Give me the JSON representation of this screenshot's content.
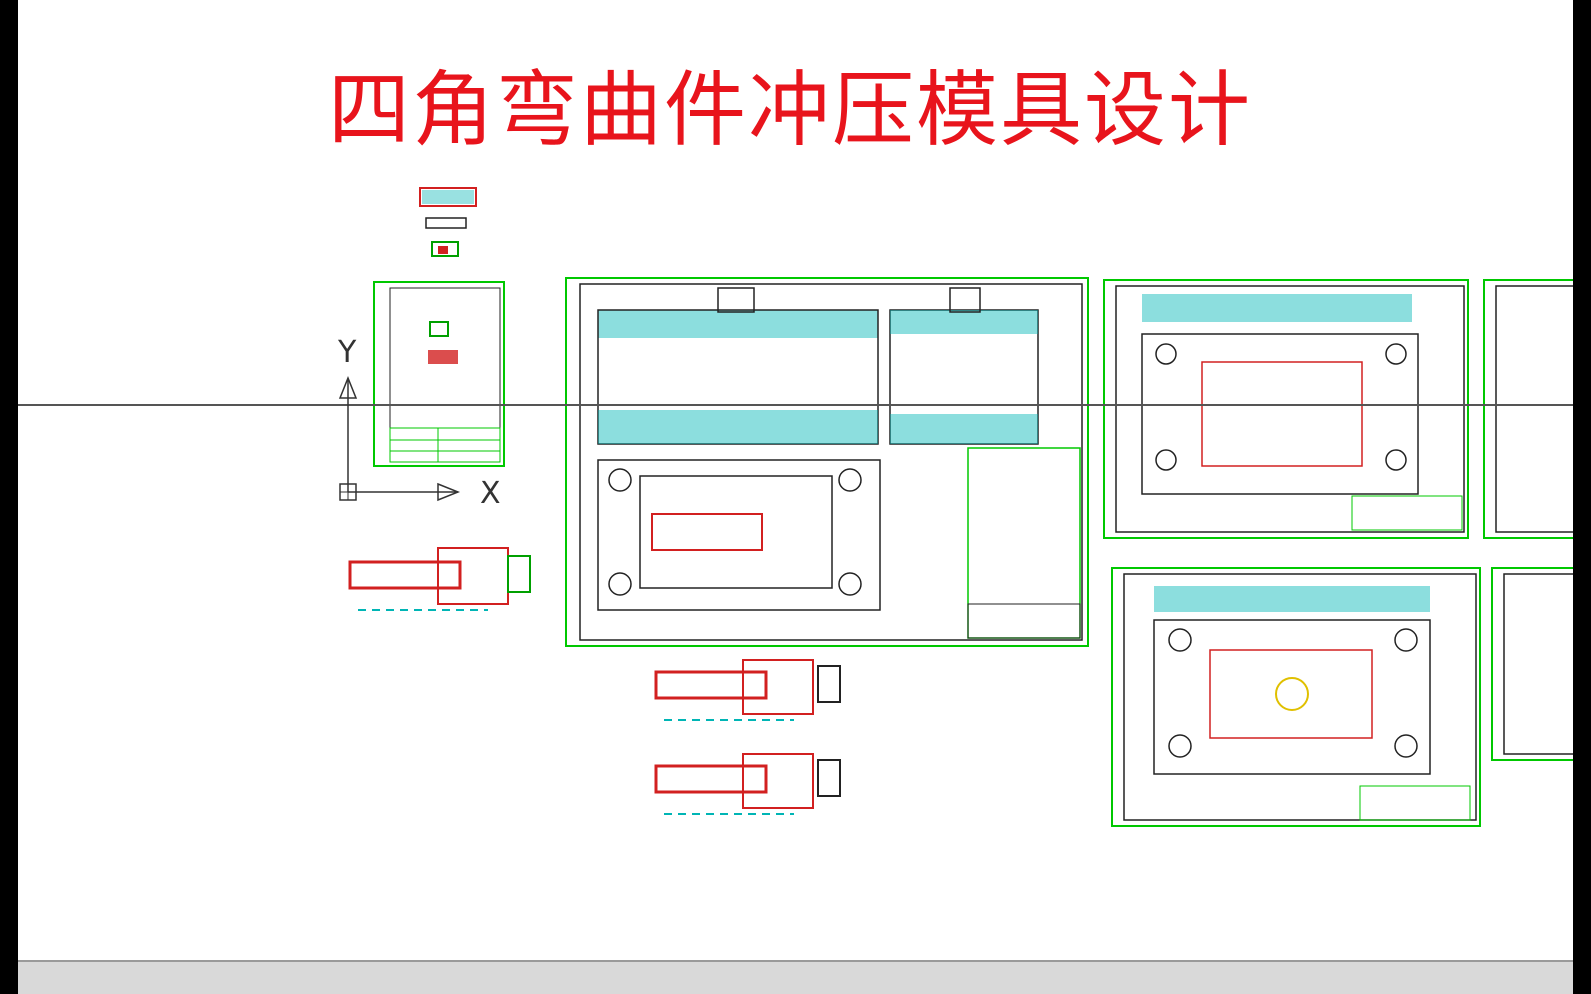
{
  "title": "四角弯曲件冲压模具设计",
  "ucs": {
    "y_label": "Y",
    "x_label": "X"
  },
  "colors": {
    "background": "#ffffff",
    "frame": "#00c800",
    "part": "#d22020",
    "section": "#00b5b5",
    "title_text": "#e8141c",
    "crosshair": "#555555",
    "chrome": "#000000"
  }
}
